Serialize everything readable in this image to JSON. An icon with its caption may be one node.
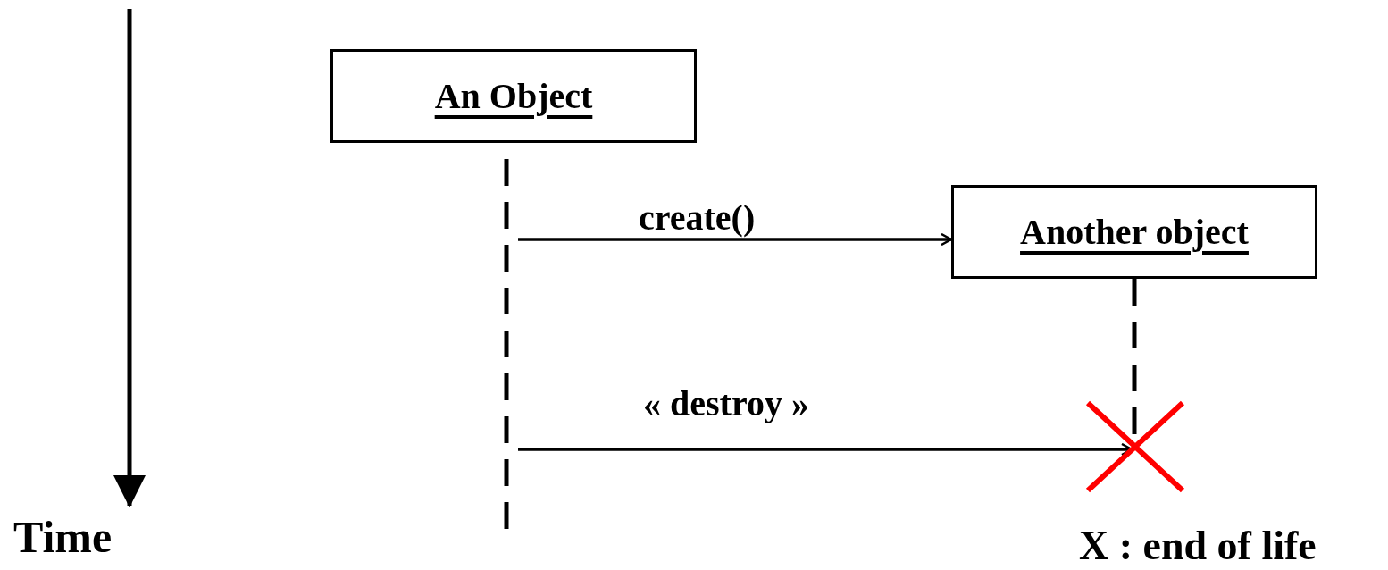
{
  "diagram": {
    "nodes": [
      {
        "text": [
          "An Object"
        ]
      },
      {
        "text": [
          "Another object"
        ]
      },
      {
        "text": [],
        "shape": "cross"
      }
    ],
    "edges": [
      {
        "from": 0,
        "to": 1,
        "arrow": "to",
        "label": "create()"
      },
      {
        "from": 0,
        "to": 2,
        "arrow": "to",
        "label": "« destroy »"
      },
      {
        "from": 1,
        "to": 2,
        "arrow": "none",
        "style": "dashed"
      }
    ],
    "labels": [
      "Time",
      "X : end of life"
    ]
  }
}
